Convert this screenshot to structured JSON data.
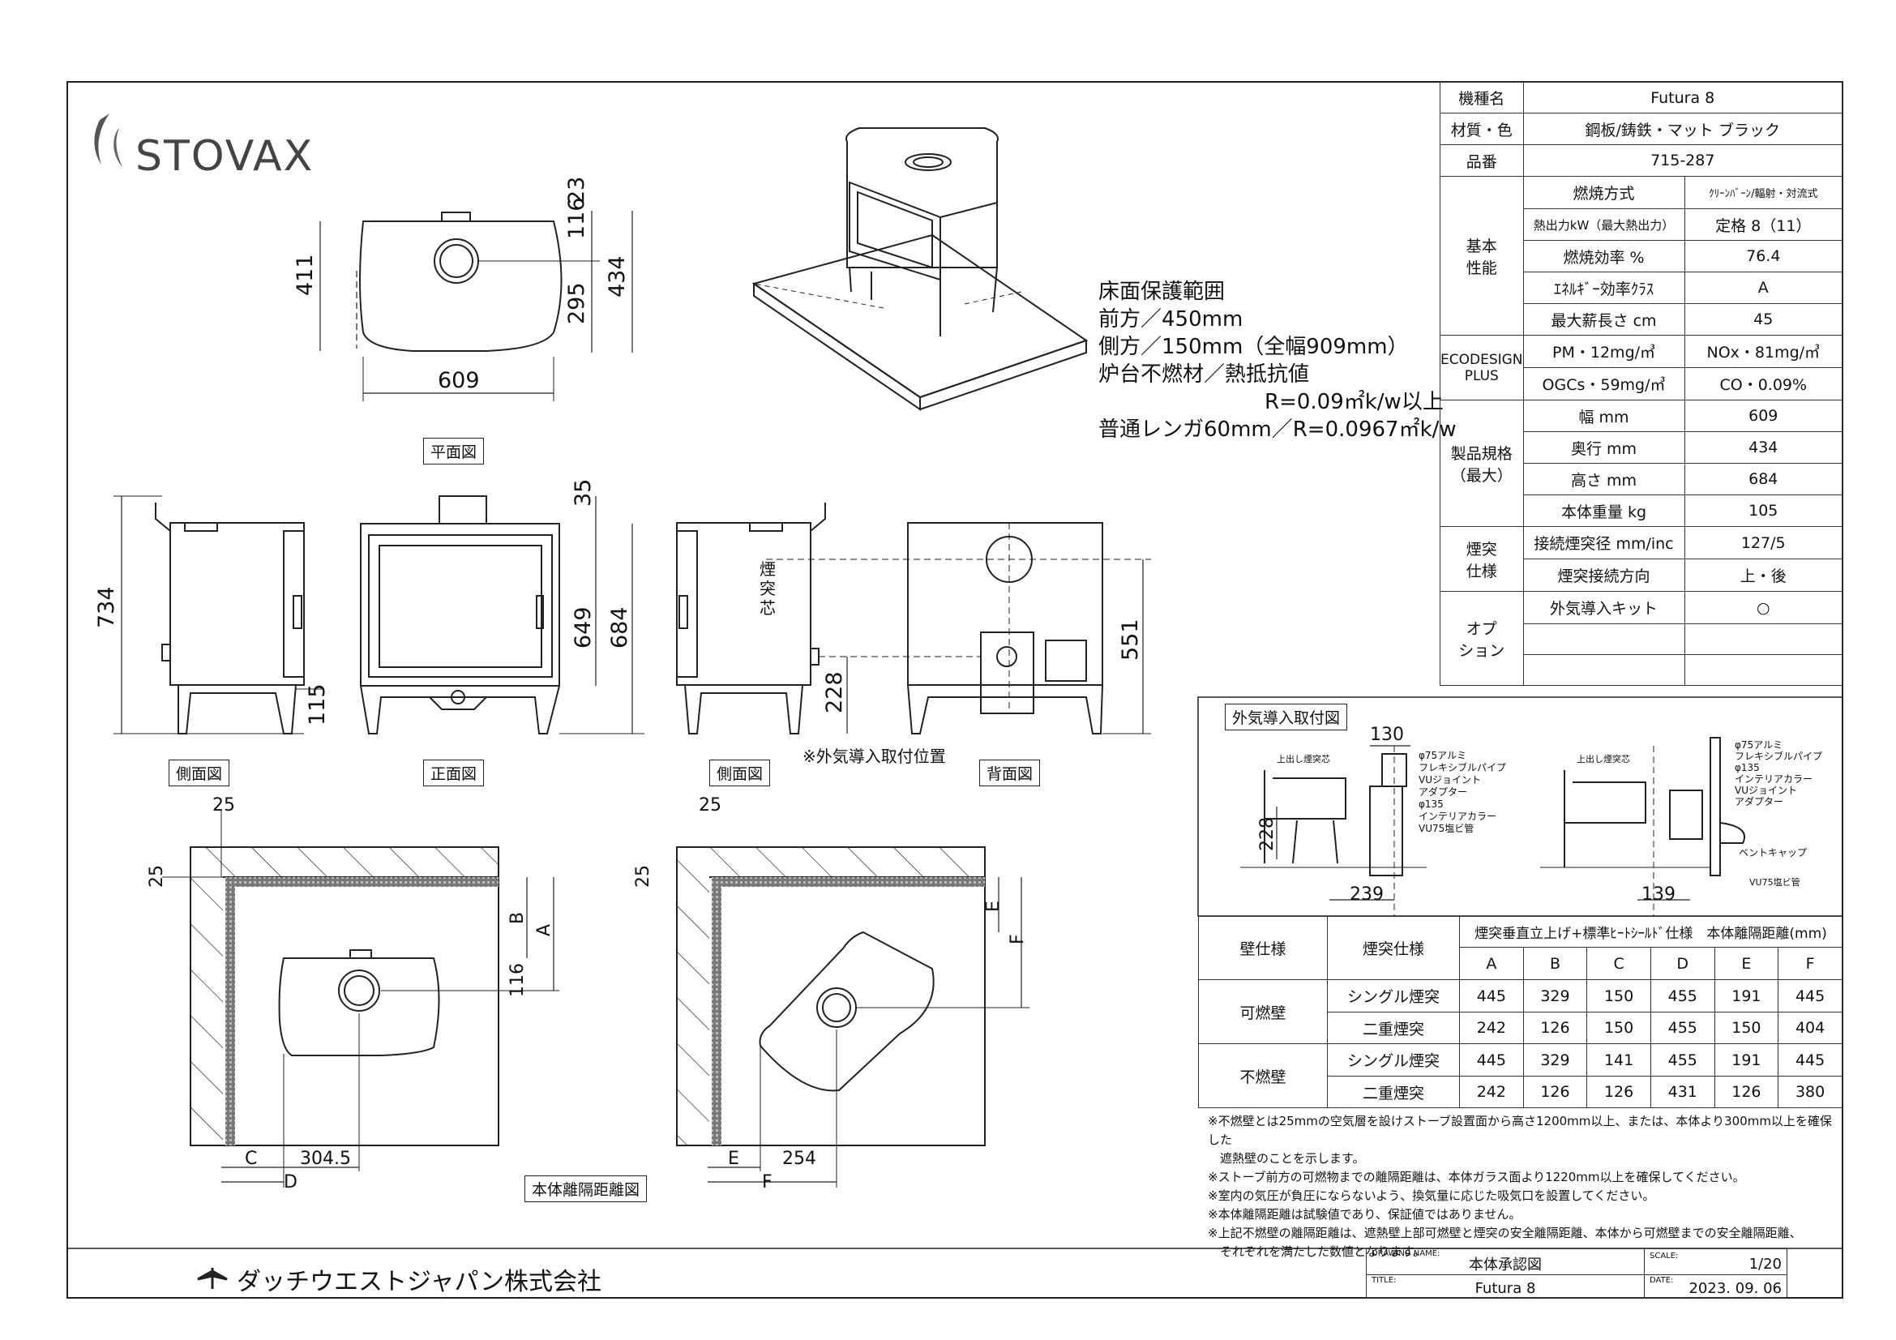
{
  "brand": "STOVAX",
  "spec": {
    "model_label": "機種名",
    "model": "Futura 8",
    "material_label": "材質・色",
    "material": "鋼板/鋳鉄・マット ブラック",
    "part_label": "品番",
    "part": "715-287",
    "basic_group": "基本\n性能",
    "basic": [
      {
        "k": "燃焼方式",
        "v": "ｸﾘｰﾝﾊﾞｰﾝ/輻射・対流式"
      },
      {
        "k": "熱出力kW（最大熱出力）",
        "v": "定格 8（11）"
      },
      {
        "k": "燃焼効率 %",
        "v": "76.4"
      },
      {
        "k": "ｴﾈﾙｷﾞｰ効率ｸﾗｽ",
        "v": "A"
      },
      {
        "k": "最大薪長さ cm",
        "v": "45"
      }
    ],
    "eco_group": "ECODESIGN\nPLUS",
    "eco": [
      {
        "k": "PM・12mg/㎥",
        "v": "NOx・81mg/㎥"
      },
      {
        "k": "OGCs・59mg/㎥",
        "v": "CO・0.09%"
      }
    ],
    "size_group": "製品規格\n（最大）",
    "size": [
      {
        "k": "幅 mm",
        "v": "609"
      },
      {
        "k": "奥行 mm",
        "v": "434"
      },
      {
        "k": "高さ mm",
        "v": "684"
      },
      {
        "k": "本体重量 kg",
        "v": "105"
      }
    ],
    "flue_group": "煙突\n仕様",
    "flue": [
      {
        "k": "接続煙突径 mm/inc",
        "v": "127/5"
      },
      {
        "k": "煙突接続方向",
        "v": "上・後"
      }
    ],
    "option_group": "オプ\nション",
    "option": [
      {
        "k": "外気導入キット",
        "v": "○"
      },
      {
        "k": "",
        "v": ""
      },
      {
        "k": "",
        "v": ""
      }
    ]
  },
  "floor_protection": {
    "l1": "床面保護範囲",
    "l2": "前方／450mm",
    "l3": "側方／150mm（全幅909mm）",
    "l4": "炉台不燃材／熱抵抗値",
    "l5": "R=0.09㎡k/w以上",
    "l6": "普通レンガ60mm／R=0.0967㎡k/w"
  },
  "views": {
    "plan": "平面図",
    "side1": "側面図",
    "front": "正面図",
    "side2": "側面図",
    "back": "背面図",
    "flue_center": "煙\n突\n芯",
    "air_position_note": "※外気導入取付位置",
    "clearance": "本体離隔距離図",
    "air_kit": "外気導入取付図"
  },
  "dims": {
    "plan_411": "411",
    "plan_434": "434",
    "plan_23": "23",
    "plan_116": "116",
    "plan_295": "295",
    "plan_609": "609",
    "h_734": "734",
    "h_115": "115",
    "h_35": "35",
    "h_649": "649",
    "h_684": "684",
    "h_228": "228",
    "h_551": "551",
    "c_25a": "25",
    "c_25b": "25",
    "c_116": "116",
    "c_B": "B",
    "c_A": "A",
    "c_C": "C",
    "c_D": "D",
    "c_3045": "304.5",
    "d_25a": "25",
    "d_25b": "25",
    "d_E1": "E",
    "d_F1": "F",
    "d_E2": "E",
    "d_F2": "F",
    "d_254": "254",
    "k_130": "130",
    "k_228": "228",
    "k_239": "239",
    "k_139": "139"
  },
  "air_kit_labels": {
    "left": [
      "φ75アルミ",
      "フレキシブルパイプ",
      "VUジョイント",
      "アダプター",
      "φ135",
      "インテリアカラー",
      "VU75塩ビ管"
    ],
    "left_top": "上出し煙突芯",
    "right": [
      "φ75アルミ",
      "フレキシブルパイプ",
      "φ135",
      "インテリアカラー",
      "VUジョイント",
      "アダプター"
    ],
    "right_top": "上出し煙突芯",
    "vent_cap": "ベントキャップ",
    "vu_pipe": "VU75塩ビ管"
  },
  "clearance_table": {
    "h_wall": "壁仕様",
    "h_flue": "煙突仕様",
    "h_span": "煙突垂直立上げ+標準ﾋｰﾄｼｰﾙﾄﾞ仕様　本体離隔距離(mm)",
    "cols": [
      "A",
      "B",
      "C",
      "D",
      "E",
      "F"
    ],
    "groups": [
      {
        "wall": "可燃壁",
        "rows": [
          {
            "flue": "シングル煙突",
            "vals": [
              "445",
              "329",
              "150",
              "455",
              "191",
              "445"
            ]
          },
          {
            "flue": "二重煙突",
            "vals": [
              "242",
              "126",
              "150",
              "455",
              "150",
              "404"
            ]
          }
        ]
      },
      {
        "wall": "不燃壁",
        "rows": [
          {
            "flue": "シングル煙突",
            "vals": [
              "445",
              "329",
              "141",
              "455",
              "191",
              "445"
            ]
          },
          {
            "flue": "二重煙突",
            "vals": [
              "242",
              "126",
              "126",
              "431",
              "126",
              "380"
            ]
          }
        ]
      }
    ]
  },
  "notes": [
    "※不燃壁とは25mmの空気層を設けストーブ設置面から高さ1200mm以上、または、本体より300mm以上を確保した",
    "　遮熱壁のことを示します。",
    "※ストーブ前方の可燃物までの離隔距離は、本体ガラス面より1220mm以上を確保してください。",
    "※室内の気圧が負圧にならないよう、換気量に応じた吸気口を設置してください。",
    "※本体離隔距離は試験値であり、保証値ではありません。",
    "※上記不燃壁の離隔距離は、遮熱壁上部可燃壁と煙突の安全離隔距離、本体から可燃壁までの安全離隔距離、",
    "　それぞれを満たした数値となります。"
  ],
  "company": "ダッチウエストジャパン株式会社",
  "title_block": {
    "drawing_name_label": "DRAWING NAME:",
    "drawing_name": "本体承認図",
    "scale_label": "SCALE:",
    "scale": "1/20",
    "title_label": "TITLE:",
    "title": "Futura 8",
    "date_label": "DATE:",
    "date": "2023. 09. 06"
  }
}
